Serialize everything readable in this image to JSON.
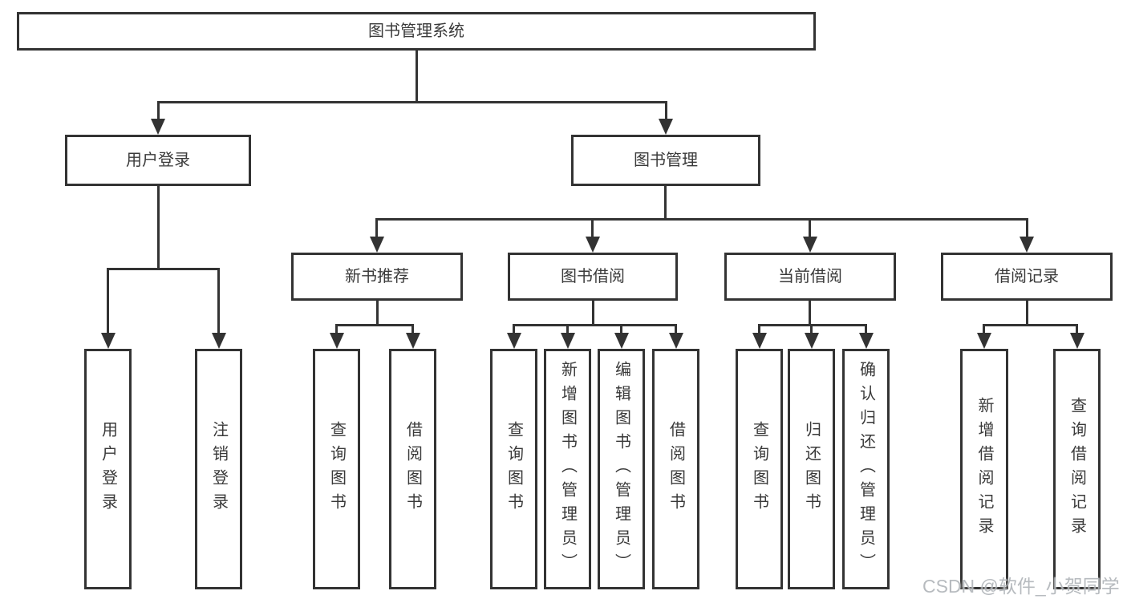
{
  "colors": {
    "line": "#333333",
    "text": "#3a3a3a",
    "box_background": "#ffffff",
    "watermark": "#aaafb4"
  },
  "tree": {
    "root": {
      "label": "图书管理系统"
    },
    "branches": [
      {
        "label": "用户登录",
        "leaves": [
          {
            "label": "用户登录"
          },
          {
            "label": "注销登录"
          }
        ]
      },
      {
        "label": "图书管理",
        "groups": [
          {
            "label": "新书推荐",
            "leaves": [
              {
                "label": "查询图书"
              },
              {
                "label": "借阅图书"
              }
            ]
          },
          {
            "label": "图书借阅",
            "leaves": [
              {
                "label": "查询图书"
              },
              {
                "label": "新增图书（管理员）"
              },
              {
                "label": "编辑图书（管理员）"
              },
              {
                "label": "借阅图书"
              }
            ]
          },
          {
            "label": "当前借阅",
            "leaves": [
              {
                "label": "查询图书"
              },
              {
                "label": "归还图书"
              },
              {
                "label": "确认归还（管理员）"
              }
            ]
          },
          {
            "label": "借阅记录",
            "leaves": [
              {
                "label": "新增借阅记录"
              },
              {
                "label": "查询借阅记录"
              }
            ]
          }
        ]
      }
    ]
  },
  "watermark": {
    "text": "CSDN @软件_小贺同学"
  }
}
